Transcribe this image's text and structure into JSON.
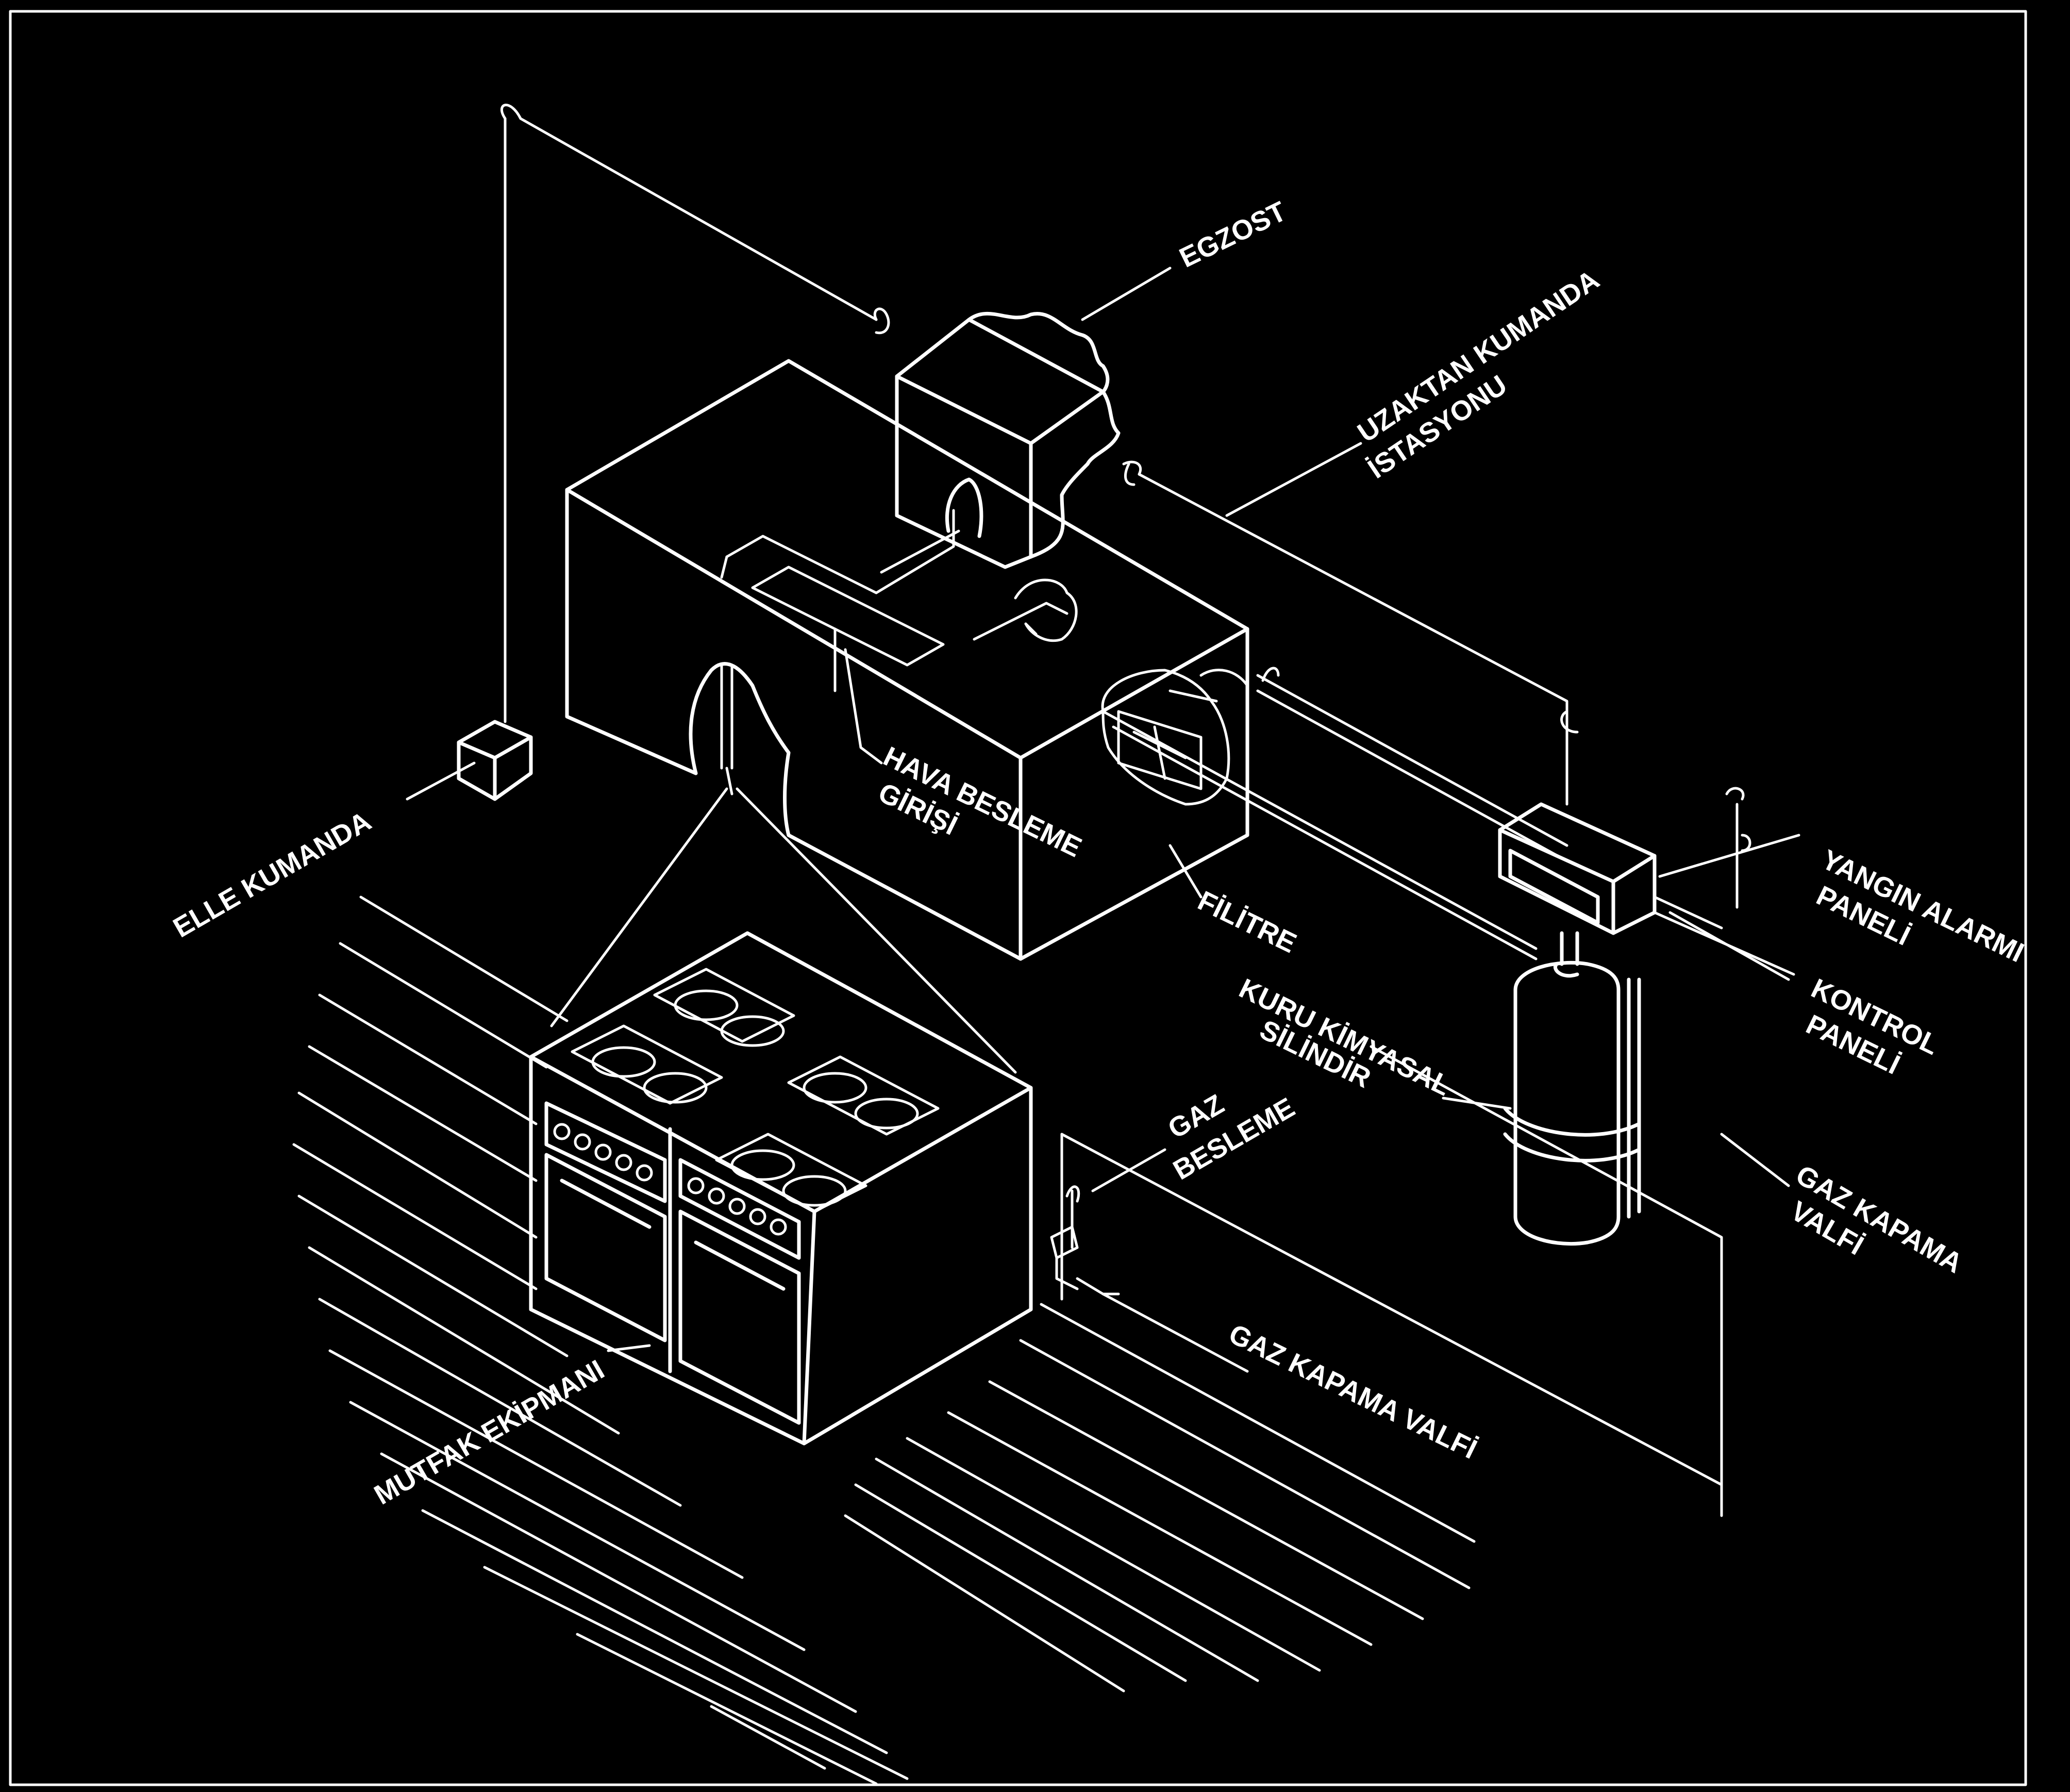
{
  "colors": {
    "background": "#000000",
    "line": "#ffffff"
  },
  "labels": {
    "egzost": "EGZOST",
    "uzaktan_kumanda_1": "UZAKTAN KUMANDA",
    "uzaktan_kumanda_2": "İSTASYONU",
    "hava_besleme_1": "HAVA BESLEME",
    "hava_besleme_2": "GİRİŞİ",
    "elle_kumanda": "ELLE KUMANDA",
    "filitre": "FİLİTRE",
    "yangin_alarm_1": "YANGIN ALARMI",
    "yangin_alarm_2": "PANELİ",
    "kontrol_panel_1": "KONTROL",
    "kontrol_panel_2": "PANELİ",
    "kuru_kimyasal_1": "KURU KİMYASAL",
    "kuru_kimyasal_2": "SİLİNDİR",
    "gaz_besleme_1": "GAZ",
    "gaz_besleme_2": "BESLEME",
    "gaz_kapama_valfi_right_1": "GAZ KAPAMA",
    "gaz_kapama_valfi_right_2": "VALFİ",
    "gaz_kapama_valfi_bottom": "GAZ KAPAMA VALFİ",
    "mutfak_ekipmani": "MUTFAK EKİPMANI"
  }
}
